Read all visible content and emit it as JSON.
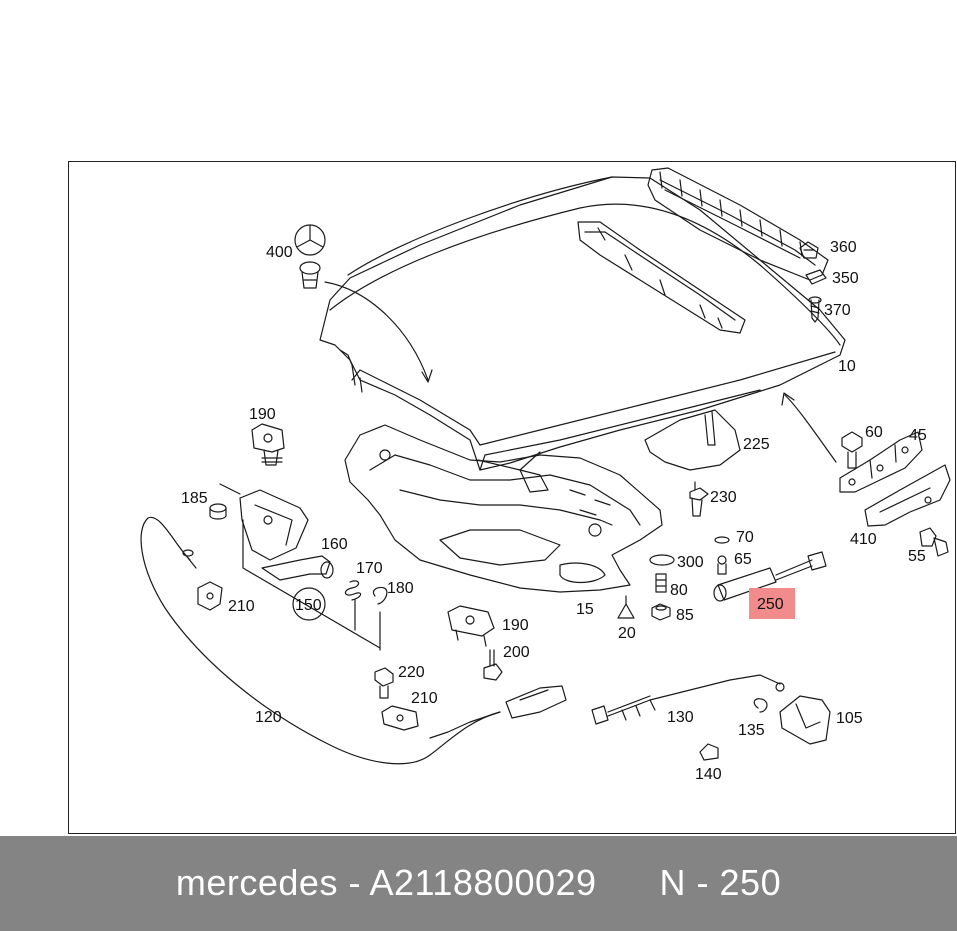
{
  "colors": {
    "line": "#1a1a1a",
    "highlight_bg": "#f28c8c",
    "footer_bg": "#848484",
    "footer_text": "#ffffff"
  },
  "labels": {
    "p10": "10",
    "p15": "15",
    "p20": "20",
    "p45": "45",
    "p55": "55",
    "p60": "60",
    "p65": "65",
    "p70": "70",
    "p80": "80",
    "p85": "85",
    "p105": "105",
    "p120": "120",
    "p130": "130",
    "p135": "135",
    "p140": "140",
    "p150": "150",
    "p160": "160",
    "p170": "170",
    "p180": "180",
    "p185": "185",
    "p190a": "190",
    "p190b": "190",
    "p200": "200",
    "p210a": "210",
    "p210b": "210",
    "p220": "220",
    "p225": "225",
    "p230": "230",
    "p250": "250",
    "p300": "300",
    "p350": "350",
    "p360": "360",
    "p370": "370",
    "p400": "400",
    "p410": "410"
  },
  "footer": {
    "brand": "mercedes",
    "separator": " - ",
    "part_number": "A2118800029",
    "position": "N - 250"
  }
}
